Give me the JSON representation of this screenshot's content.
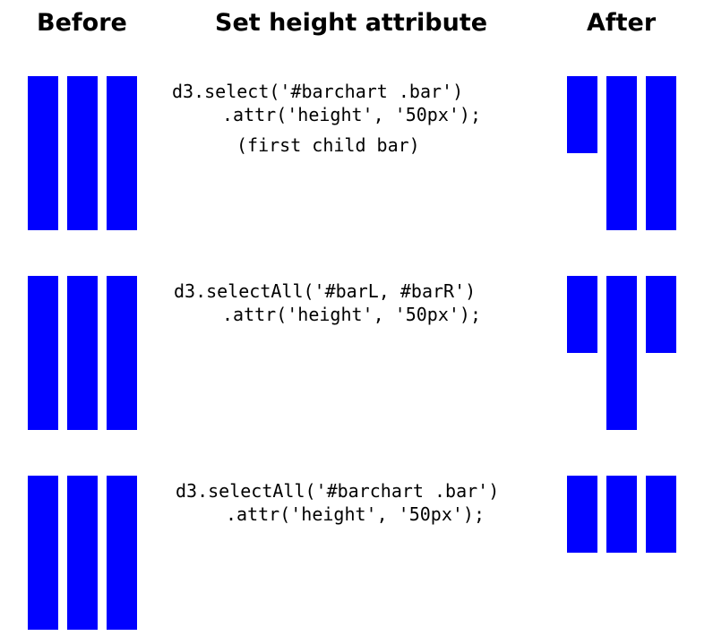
{
  "headings": {
    "before": "Before",
    "middle": "Set height attribute",
    "after": "After"
  },
  "bar_color": "#0000ff",
  "examples": [
    {
      "code_line1": "d3.select('#barchart .bar')",
      "code_line2": ".attr('height', '50px');",
      "note": "(first child bar)",
      "before_heights": [
        100,
        100,
        100
      ],
      "after_heights": [
        50,
        100,
        100
      ]
    },
    {
      "code_line1": "d3.selectAll('#barL, #barR')",
      "code_line2": ".attr('height', '50px');",
      "note": "",
      "before_heights": [
        100,
        100,
        100
      ],
      "after_heights": [
        50,
        100,
        50
      ]
    },
    {
      "code_line1": "d3.selectAll('#barchart .bar')",
      "code_line2": ".attr('height', '50px');",
      "note": "",
      "before_heights": [
        100,
        100,
        100
      ],
      "after_heights": [
        50,
        50,
        50
      ]
    }
  ]
}
